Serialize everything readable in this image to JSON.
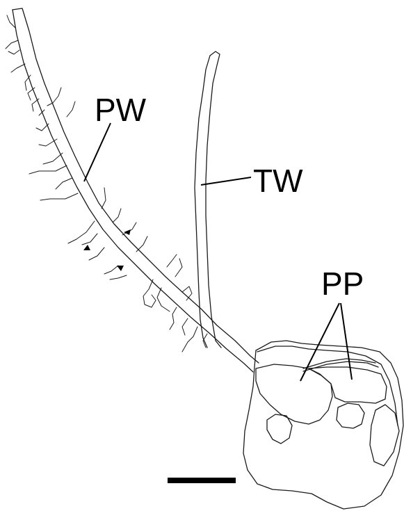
{
  "labels": {
    "pw": "PW",
    "tw": "TW",
    "pp": "PP"
  },
  "colors": {
    "line": "#1a1a1a",
    "background": "#ffffff",
    "scale_bar": "#000000"
  },
  "icons": [
    "arrowhead-marker",
    "arrowhead-marker",
    "arrowhead-marker"
  ]
}
